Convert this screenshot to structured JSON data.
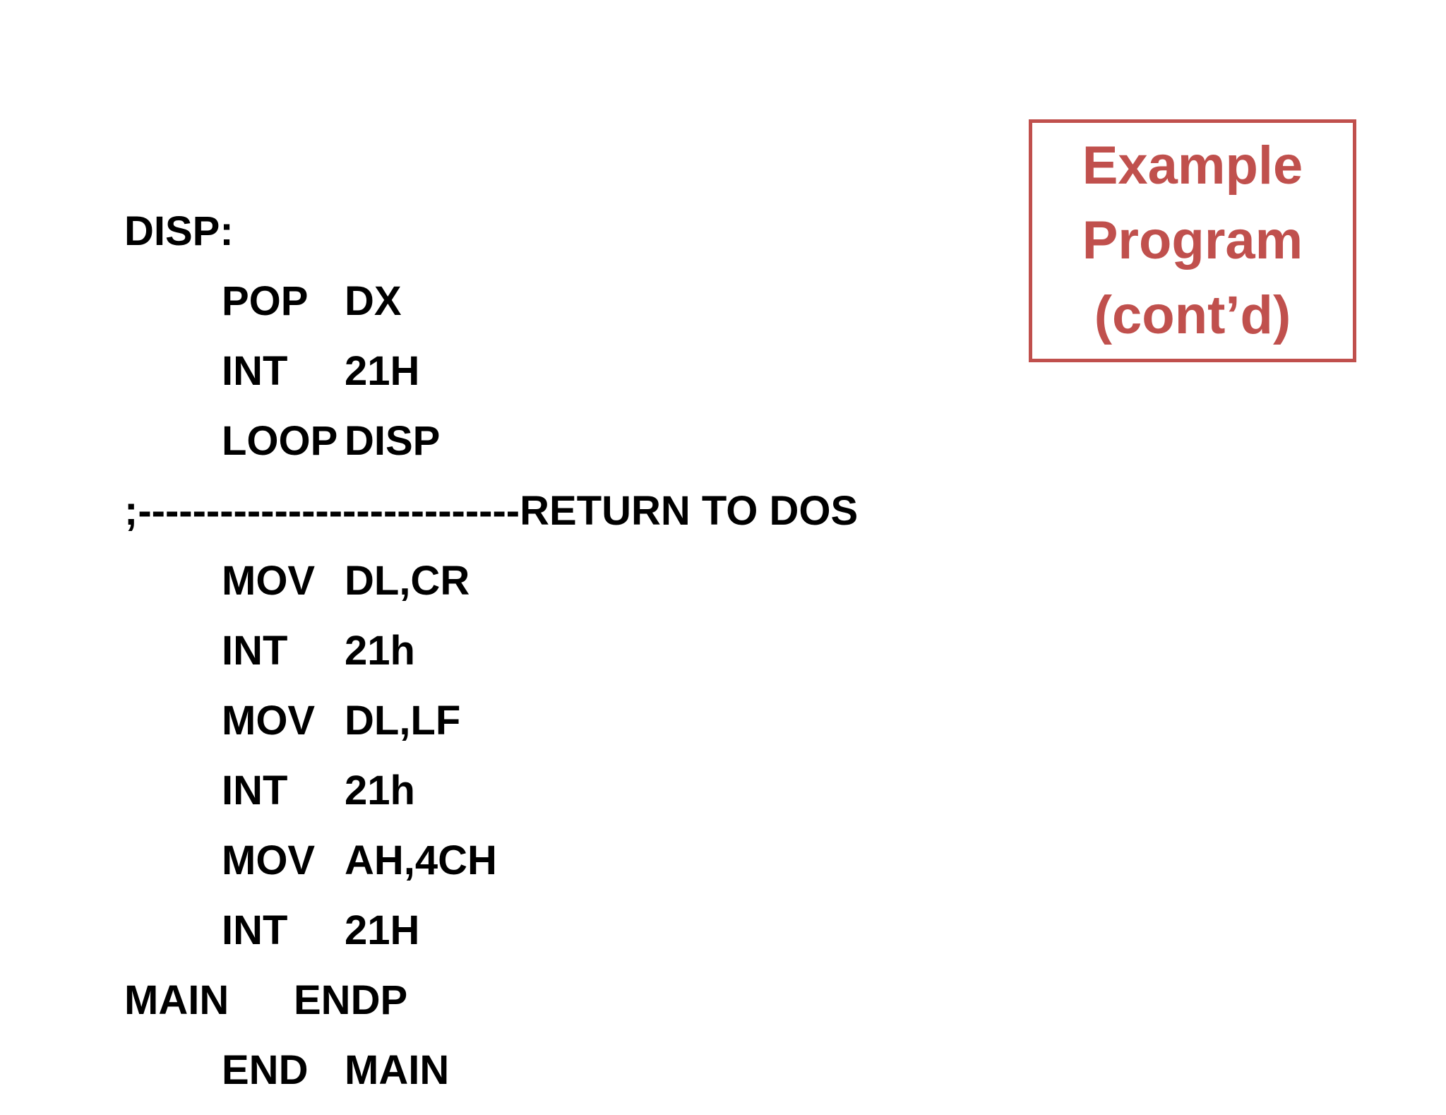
{
  "title_box": {
    "lines": [
      "Example",
      "Program",
      "(cont’d)"
    ],
    "color": "#c0504d"
  },
  "code": [
    {
      "kind": "plain",
      "op": "DISP:",
      "arg": ""
    },
    {
      "kind": "indent",
      "op": "POP",
      "arg": "DX"
    },
    {
      "kind": "indent",
      "op": "INT",
      "arg": "21H"
    },
    {
      "kind": "indent",
      "op": "LOOP",
      "arg": "DISP"
    },
    {
      "kind": "plain",
      "op": ";----------------------------RETURN TO DOS",
      "arg": ""
    },
    {
      "kind": "indent",
      "op": "MOV",
      "arg": "DL,CR"
    },
    {
      "kind": "indent",
      "op": "INT",
      "arg": "21h"
    },
    {
      "kind": "indent",
      "op": "MOV",
      "arg": "DL,LF"
    },
    {
      "kind": "indent",
      "op": "INT",
      "arg": "21h"
    },
    {
      "kind": "indent",
      "op": "MOV",
      "arg": "AH,4CH"
    },
    {
      "kind": "indent",
      "op": "INT",
      "arg": "21H"
    },
    {
      "kind": "label",
      "op": "MAIN",
      "arg": "ENDP"
    },
    {
      "kind": "indent",
      "op": "END",
      "arg": "MAIN"
    }
  ]
}
